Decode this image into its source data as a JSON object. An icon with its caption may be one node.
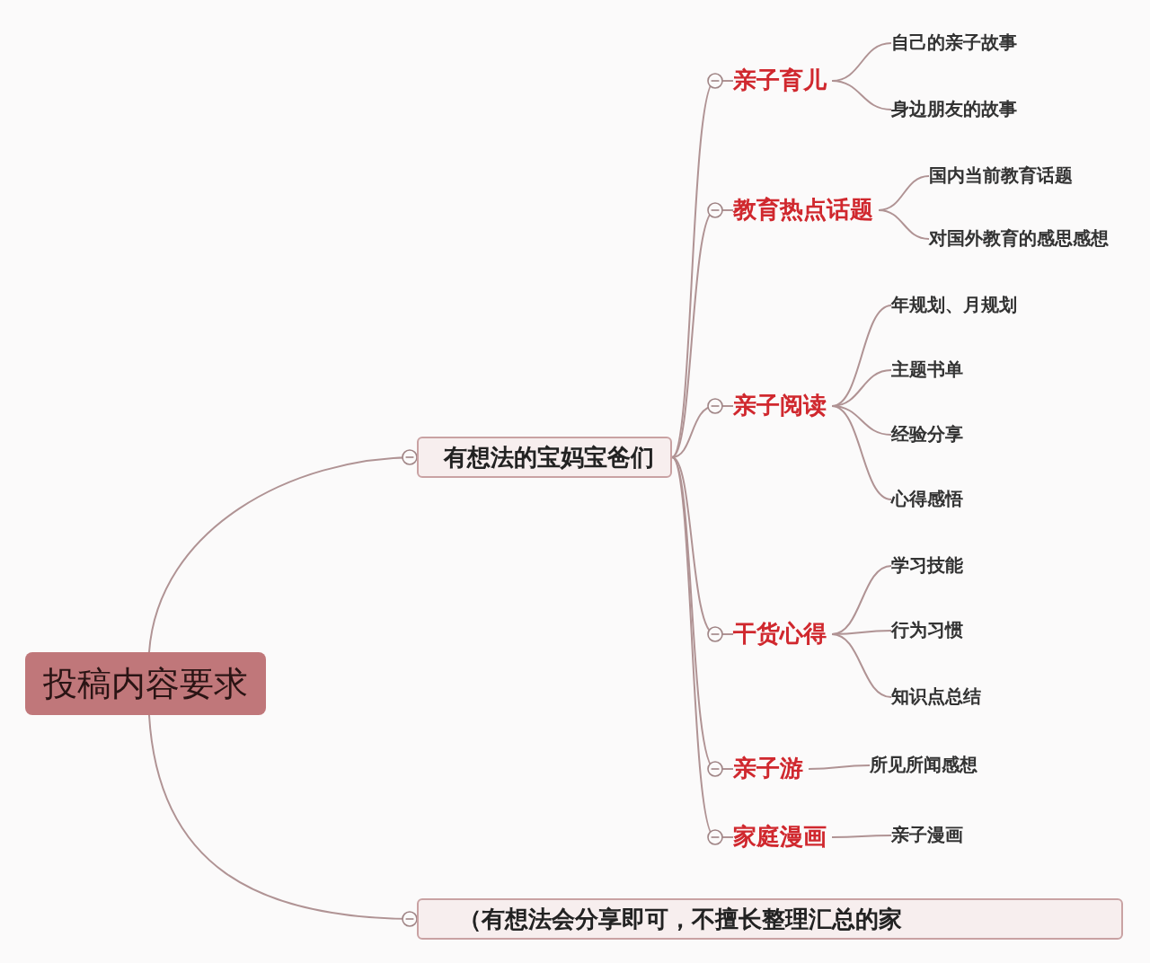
{
  "diagram": {
    "nodes": [
      {
        "text": [
          "投稿内容要求"
        ]
      },
      {
        "text": [
          "有想法的宝妈宝爸们"
        ]
      },
      {
        "text": [
          "（有想法会分享即可，不擅长整理汇总的家"
        ]
      },
      {
        "text": [
          "亲子育儿"
        ]
      },
      {
        "text": [
          "自己的亲子故事"
        ]
      },
      {
        "text": [
          "身边朋友的故事"
        ]
      },
      {
        "text": [
          "教育热点话题"
        ]
      },
      {
        "text": [
          "国内当前教育话题"
        ]
      },
      {
        "text": [
          "对国外教育的感思感想"
        ]
      },
      {
        "text": [
          "亲子阅读"
        ]
      },
      {
        "text": [
          "年规划、月规划"
        ]
      },
      {
        "text": [
          "主题书单"
        ]
      },
      {
        "text": [
          "经验分享"
        ]
      },
      {
        "text": [
          "心得感悟"
        ]
      },
      {
        "text": [
          "干货心得"
        ]
      },
      {
        "text": [
          "学习技能"
        ]
      },
      {
        "text": [
          "行为习惯"
        ]
      },
      {
        "text": [
          "知识点总结"
        ]
      },
      {
        "text": [
          "亲子游"
        ]
      },
      {
        "text": [
          "所见所闻感想"
        ]
      },
      {
        "text": [
          "家庭漫画"
        ]
      },
      {
        "text": [
          "亲子漫画"
        ]
      }
    ],
    "edges": [
      {
        "from": 0,
        "to": 1,
        "arrow": "none"
      },
      {
        "from": 0,
        "to": 2,
        "arrow": "none"
      },
      {
        "from": 1,
        "to": 3,
        "arrow": "none"
      },
      {
        "from": 1,
        "to": 6,
        "arrow": "none"
      },
      {
        "from": 1,
        "to": 9,
        "arrow": "none"
      },
      {
        "from": 1,
        "to": 14,
        "arrow": "none"
      },
      {
        "from": 1,
        "to": 18,
        "arrow": "none"
      },
      {
        "from": 1,
        "to": 20,
        "arrow": "none"
      },
      {
        "from": 3,
        "to": 4,
        "arrow": "none"
      },
      {
        "from": 3,
        "to": 5,
        "arrow": "none"
      },
      {
        "from": 6,
        "to": 7,
        "arrow": "none"
      },
      {
        "from": 6,
        "to": 8,
        "arrow": "none"
      },
      {
        "from": 9,
        "to": 10,
        "arrow": "none"
      },
      {
        "from": 9,
        "to": 11,
        "arrow": "none"
      },
      {
        "from": 9,
        "to": 12,
        "arrow": "none"
      },
      {
        "from": 9,
        "to": 13,
        "arrow": "none"
      },
      {
        "from": 14,
        "to": 15,
        "arrow": "none"
      },
      {
        "from": 14,
        "to": 16,
        "arrow": "none"
      },
      {
        "from": 14,
        "to": 17,
        "arrow": "none"
      },
      {
        "from": 18,
        "to": 19,
        "arrow": "none"
      },
      {
        "from": 20,
        "to": 21,
        "arrow": "none"
      }
    ]
  }
}
